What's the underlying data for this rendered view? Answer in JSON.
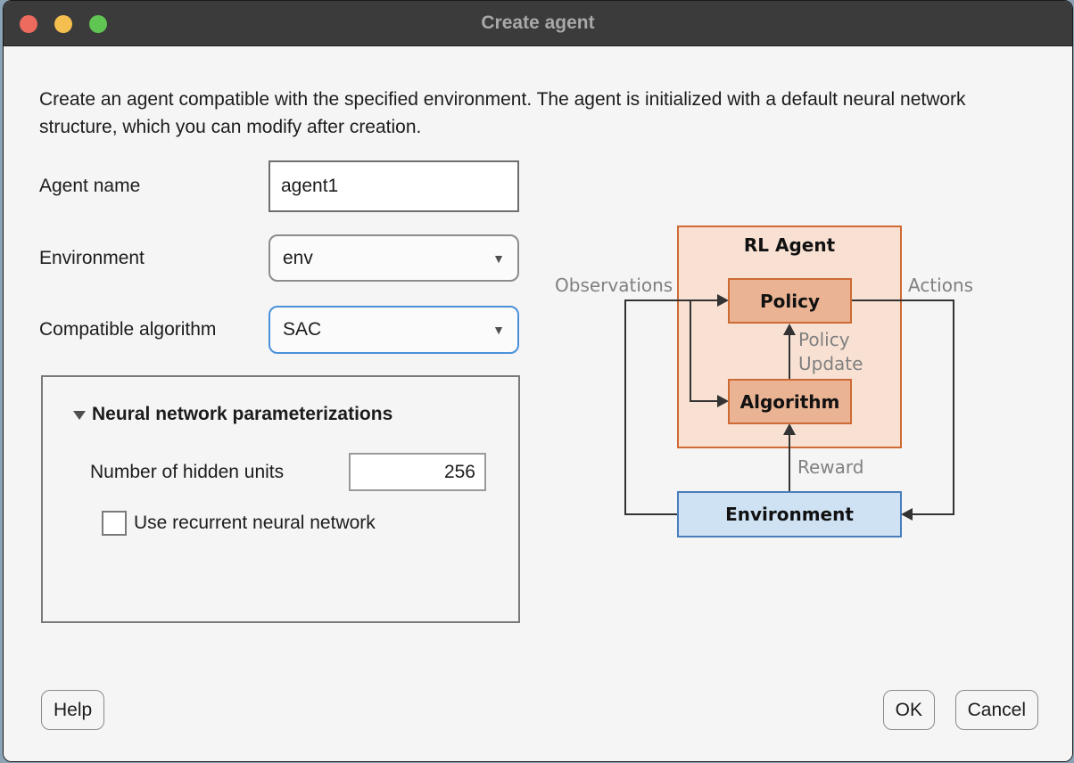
{
  "window": {
    "title": "Create agent"
  },
  "description": "Create an agent compatible with the specified environment. The agent is initialized with a default neural network structure, which you can modify after creation.",
  "form": {
    "agent_name_label": "Agent name",
    "agent_name_value": "agent1",
    "environment_label": "Environment",
    "environment_value": "env",
    "algorithm_label": "Compatible algorithm",
    "algorithm_value": "SAC",
    "dropdown_caret": "▼"
  },
  "nn_section": {
    "title": "Neural network parameterizations",
    "hidden_units_label": "Number of hidden units",
    "hidden_units_value": "256",
    "recurrent_label": "Use recurrent neural network",
    "recurrent_checked": false
  },
  "diagram": {
    "agent_title": "RL Agent",
    "policy": "Policy",
    "algorithm": "Algorithm",
    "environment": "Environment",
    "observations": "Observations",
    "actions": "Actions",
    "policy_update_1": "Policy",
    "policy_update_2": "Update",
    "reward": "Reward"
  },
  "buttons": {
    "help": "Help",
    "ok": "OK",
    "cancel": "Cancel"
  },
  "colors": {
    "titlebar_bg": "#3b3b3b",
    "titlebar_text": "#a8a8a8",
    "body_bg": "#f5f5f5",
    "traffic_close": "#ec6a5e",
    "traffic_min": "#f5bf4f",
    "traffic_zoom": "#61c554",
    "accent_focus": "#4a90d9",
    "agent_box_fill": "#f8e1d3",
    "agent_box_border": "#cf6a34",
    "inner_box_fill": "#e9b394",
    "env_box_fill": "#cfe2f3",
    "env_box_border": "#4a7ebb",
    "diagram_line": "#333333",
    "diagram_label": "#808080"
  }
}
